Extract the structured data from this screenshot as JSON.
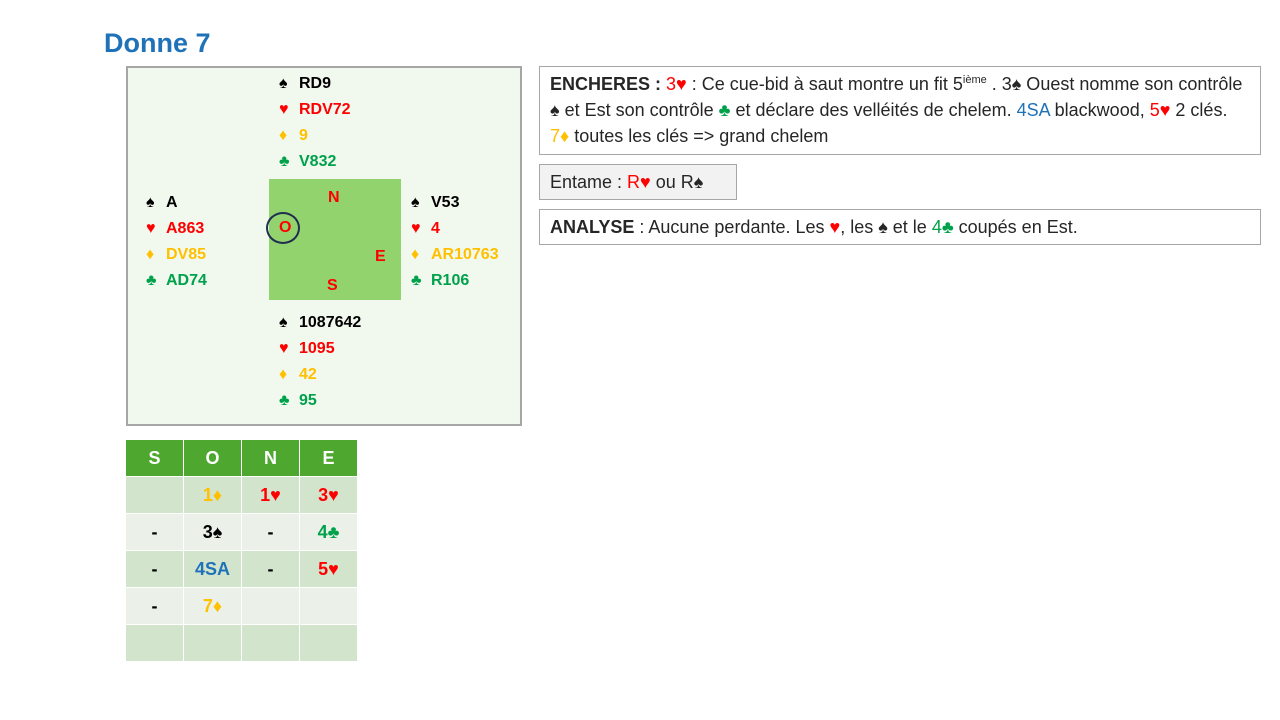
{
  "title": "Donne 7",
  "hands": {
    "north": {
      "spades": "RD9",
      "hearts": "RDV72",
      "diamonds": "9",
      "clubs": "V832"
    },
    "west": {
      "spades": "A",
      "hearts": "A863",
      "diamonds": "DV85",
      "clubs": "AD74"
    },
    "east": {
      "spades": "V53",
      "hearts": "4",
      "diamonds": "AR10763",
      "clubs": "R106"
    },
    "south": {
      "spades": "1087642",
      "hearts": "1095",
      "diamonds": "42",
      "clubs": "95"
    }
  },
  "compass": {
    "n": "N",
    "s": "S",
    "e": "E",
    "o": "O"
  },
  "suit_symbols": {
    "spades": "♠",
    "hearts": "♥",
    "diamonds": "♦",
    "clubs": "♣"
  },
  "encheres": {
    "label": "ENCHERES :",
    "bid1": "3♥",
    "t1": " : Ce cue-bid à saut montre un fit 5",
    "sup": "ième",
    "t2": " . 3♠ Ouest nomme son contrôle ♠ et Est son contrôle ",
    "club": "♣",
    "t3": " et déclare des velléités de chelem. ",
    "sa": "4SA",
    "t4": " blackwood, ",
    "bid5": "5♥",
    "t5": " 2 clés. ",
    "bid7": "7♦",
    "t6": " toutes les clés => grand chelem"
  },
  "entame": {
    "label": "Entame : ",
    "r_heart": "R♥",
    "mid": " ou R♠"
  },
  "analyse": {
    "label": "ANALYSE",
    "t1": " : Aucune perdante. Les ",
    "heart": "♥",
    "t2": ", les ♠ et le ",
    "club4": "4♣",
    "t3": " coupés en Est."
  },
  "bidding": {
    "headers": [
      "S",
      "O",
      "N",
      "E"
    ],
    "rows": [
      [
        "",
        "1♦",
        "1♥",
        "3♥"
      ],
      [
        "-",
        "3♠",
        "-",
        "4♣"
      ],
      [
        "-",
        "4SA",
        "-",
        "5♥"
      ],
      [
        "-",
        "7♦",
        "",
        ""
      ],
      [
        "",
        "",
        "",
        ""
      ]
    ]
  },
  "colors": {
    "spades": "#000000",
    "hearts": "#ff0000",
    "diamonds": "#ffc000",
    "clubs": "#00a14b",
    "title": "#1f72b8",
    "header": "#4ea72e",
    "table_green": "#92d36e"
  }
}
